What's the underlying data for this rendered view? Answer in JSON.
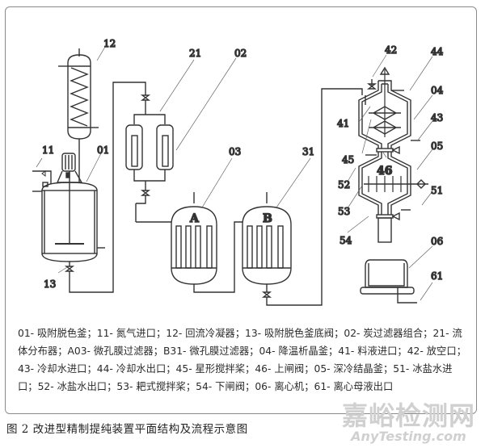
{
  "figure": {
    "caption": "图 2  改进型精制提纯装置平面结构及流程示意图",
    "legend_text": "01- 吸附脱色釜；11- 氮气进口；12- 回流冷凝器；13- 吸附脱色釜底阀；02- 炭过滤器组合；21- 流体分布器；A03- 微孔膜过滤器；B31- 微孔膜过滤器；04- 降温析晶釜；41- 料液进口；42- 放空口；43- 冷却水进口；44- 冷却水出口；45- 星形搅拌桨；46- 上闸阀；05- 深冷结晶釜；51- 冰盐水进口；52- 冰盐水出口；53- 耙式搅拌桨；54- 下闸阀；06- 离心机；61- 离心母液出口"
  },
  "labels": {
    "l01": "01",
    "l11": "11",
    "l12": "12",
    "l13": "13",
    "l02": "02",
    "l21": "21",
    "l03": "03",
    "l31": "31",
    "l04": "04",
    "l41": "41",
    "l42": "42",
    "l43": "43",
    "l44": "44",
    "l45": "45",
    "l46": "46",
    "l05": "05",
    "l51": "51",
    "l52": "52",
    "l53": "53",
    "l54": "54",
    "l06": "06",
    "l61": "61",
    "tankA": "A",
    "tankB": "B"
  },
  "watermark": {
    "cn": "嘉峪检测网",
    "en": "AnyTesting.com"
  }
}
